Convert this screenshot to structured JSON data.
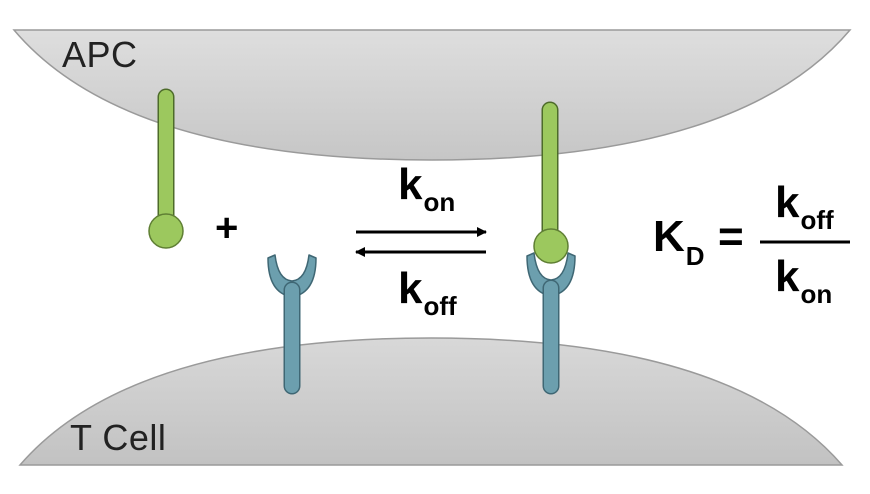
{
  "cells": {
    "apc": "APC",
    "tcell": "T Cell"
  },
  "reaction": {
    "plus": "+",
    "kon": {
      "k": "k",
      "sub": "on"
    },
    "koff": {
      "k": "k",
      "sub": "off"
    }
  },
  "equation": {
    "lhs_main": "K",
    "lhs_sub": "D",
    "equals": "=",
    "numerator": {
      "k": "k",
      "sub": "off"
    },
    "denominator": {
      "k": "k",
      "sub": "on"
    }
  },
  "colors": {
    "ligand": "#9CC85E",
    "receptor": "#6C9FAE",
    "membrane": "#D2D2D2",
    "membrane_stroke": "#9A9A9A"
  }
}
